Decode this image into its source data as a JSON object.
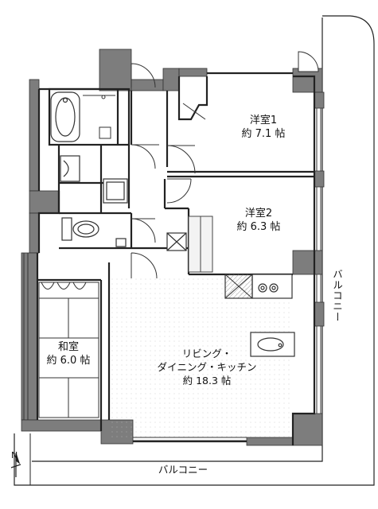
{
  "rooms": {
    "western1": {
      "name": "洋室1",
      "size": "約 7.1 帖"
    },
    "western2": {
      "name": "洋室2",
      "size": "約 6.3 帖"
    },
    "japanese": {
      "name": "和室",
      "size": "約 6.0 帖"
    },
    "ldk": {
      "line1": "リビング・",
      "line2": "ダイニング・キッチン",
      "size": "約 18.3 帖"
    }
  },
  "balcony_east": "バルコニー",
  "balcony_south": "バルコニー",
  "compass": "N"
}
